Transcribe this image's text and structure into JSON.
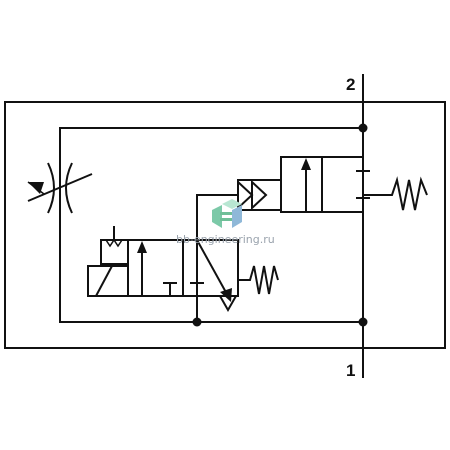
{
  "ports": {
    "top_label": "2",
    "bottom_label": "1"
  },
  "watermark": {
    "text": "bb-engineering.ru"
  },
  "colors": {
    "line": "#111111",
    "background": "#ffffff",
    "watermark_text": "#9aa3ad",
    "logo_green": "#7cc9a8",
    "logo_blue": "#8fb8d8"
  }
}
